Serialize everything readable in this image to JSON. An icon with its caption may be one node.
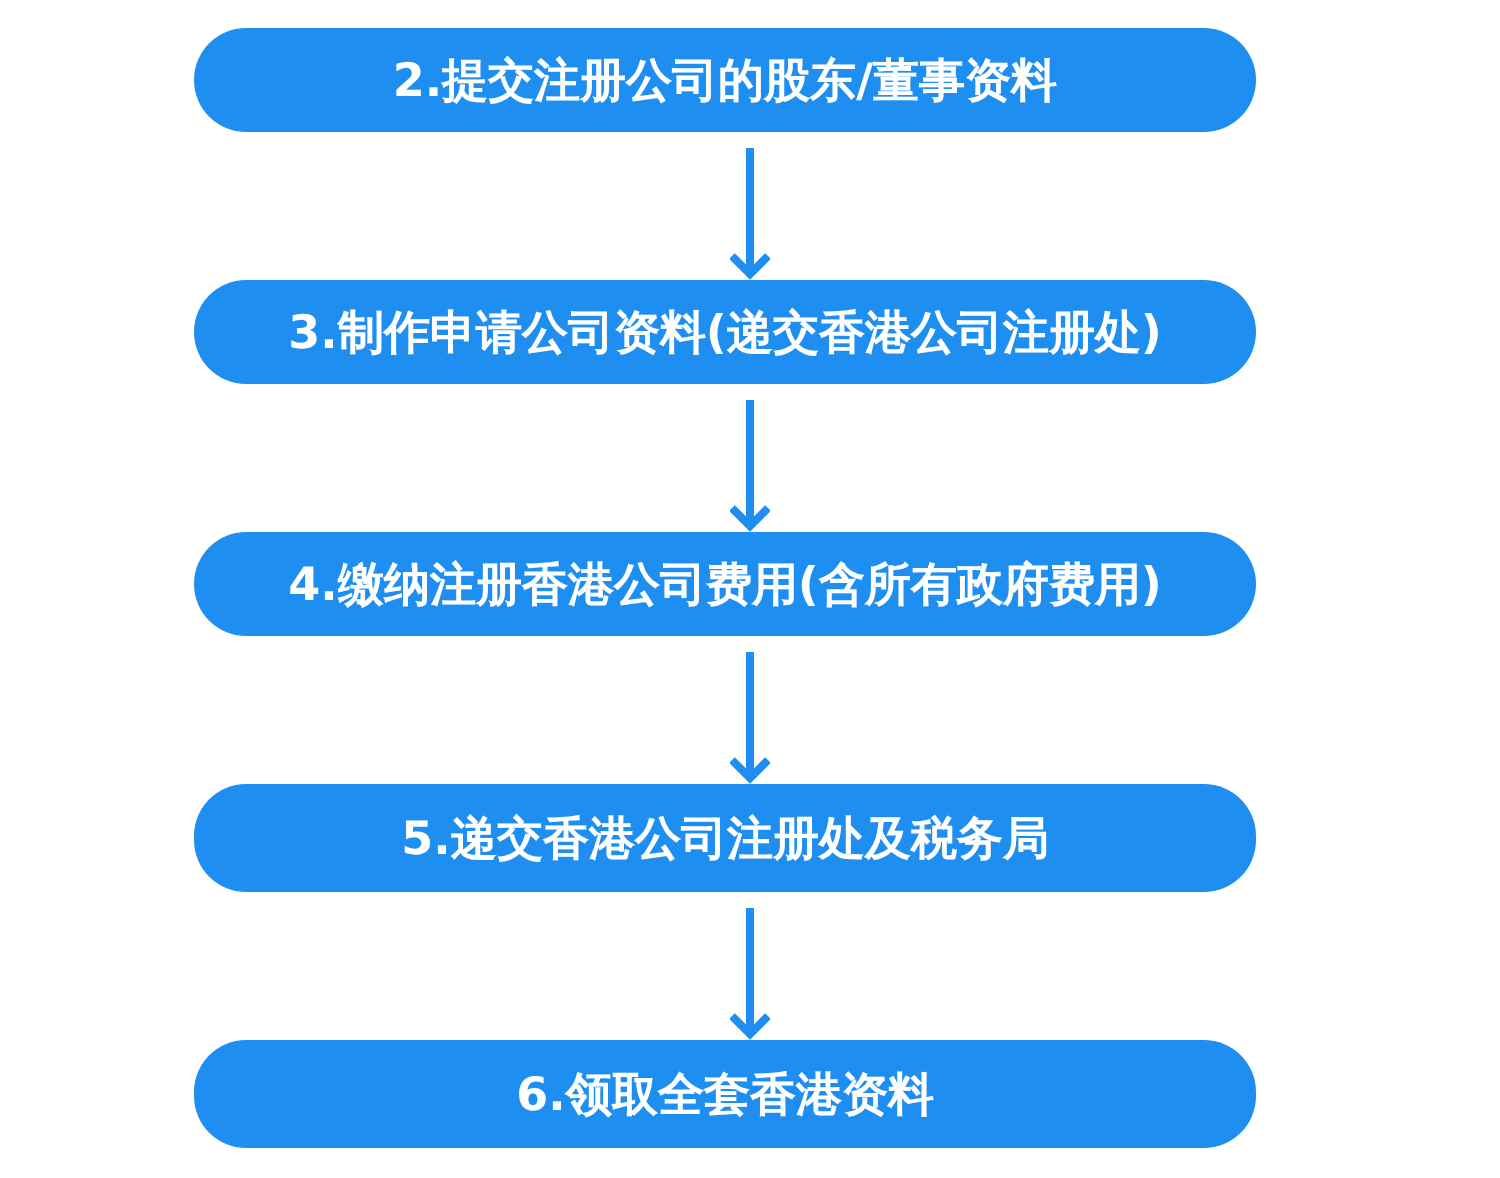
{
  "diagram": {
    "nodes": [
      {
        "text": [
          "2.提交注册公司的股东/董事资料"
        ]
      },
      {
        "text": [
          "3.制作申请公司资料(递交香港公司注册处)"
        ]
      },
      {
        "text": [
          "4.缴纳注册香港公司费用(含所有政府费用)"
        ]
      },
      {
        "text": [
          "5.递交香港公司注册处及税务局"
        ]
      },
      {
        "text": [
          "6.领取全套香港资料"
        ]
      }
    ],
    "edges": [
      {
        "from": 0,
        "to": 1,
        "arrow": "to"
      },
      {
        "from": 1,
        "to": 2,
        "arrow": "to"
      },
      {
        "from": 2,
        "to": 3,
        "arrow": "to"
      },
      {
        "from": 3,
        "to": 4,
        "arrow": "to"
      }
    ]
  }
}
